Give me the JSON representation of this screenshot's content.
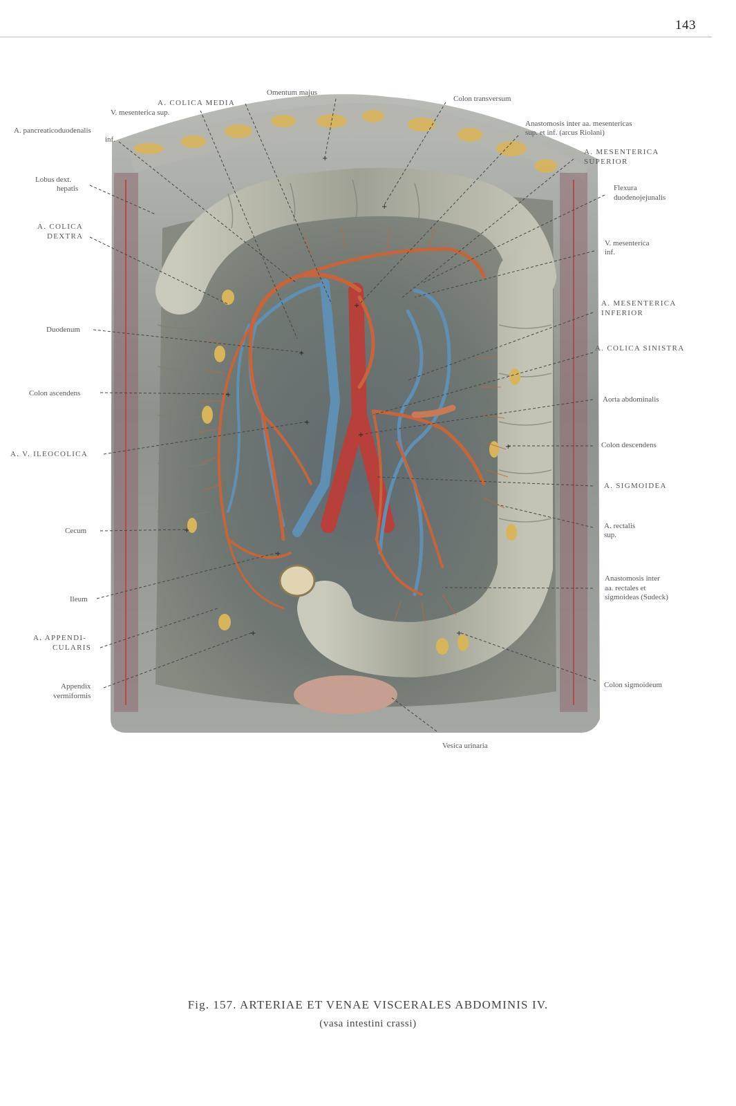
{
  "page": {
    "number": "143"
  },
  "labels": {
    "a_colica_media": "A. COLICA MEDIA",
    "v_mesenterica_sup": "V. mesenterica sup.",
    "a_pancreaticoduodenalis_1": "A. pancreaticoduodenalis",
    "a_pancreaticoduodenalis_2": "inf.",
    "omentum_majus": "Omentum majus",
    "colon_transversum": "Colon transversum",
    "anastomosis_riolani_1": "Anastomosis inter aa. mesentericas",
    "anastomosis_riolani_2": "sup. et inf. (arcus Riolani)",
    "a_mesenterica_superior_1": "A. MESENTERICA",
    "a_mesenterica_superior_2": "SUPERIOR",
    "lobus_dext_1": "Lobus dext.",
    "lobus_dext_2": "hepatis",
    "flexura_1": "Flexura",
    "flexura_2": "duodenojejunalis",
    "a_colica_dextra_1": "A. COLICA",
    "a_colica_dextra_2": "DEXTRA",
    "v_mesenterica_inf_1": "V. mesenterica",
    "v_mesenterica_inf_2": "inf.",
    "a_mesenterica_inferior_1": "A. MESENTERICA",
    "a_mesenterica_inferior_2": "INFERIOR",
    "duodenum": "Duodenum",
    "a_colica_sinistra": "A. COLICA SINISTRA",
    "colon_ascendens": "Colon ascendens",
    "aorta_abdominalis": "Aorta abdominalis",
    "a_v_ileocolica": "A. V. ILEOCOLICA",
    "colon_descendens": "Colon descendens",
    "a_sigmoidea": "A. SIGMOIDEA",
    "cecum": "Cecum",
    "a_rectalis_sup_1": "A. rectalis",
    "a_rectalis_sup_2": "sup.",
    "anastomosis_sudeck_1": "Anastomosis inter",
    "anastomosis_sudeck_2": "aa. rectales et",
    "anastomosis_sudeck_3": "sigmoideas (Sudeck)",
    "ileum": "Ileum",
    "a_appendicularis_1": "A. APPENDI-",
    "a_appendicularis_2": "CULARIS",
    "appendix_1": "Appendix",
    "appendix_2": "vermiformis",
    "colon_sigmoideum": "Colon sigmoideum",
    "vesica_urinaria": "Vesica urinaria"
  },
  "caption": {
    "title": "Fig. 157. ARTERIAE ET VENAE VISCERALES ABDOMINIS IV.",
    "subtitle": "(vasa intestini crassi)"
  },
  "colors": {
    "artery": "#c8643a",
    "vein": "#5f8fb3",
    "tissue": "#9a9c95",
    "colon": "#b7b8a8",
    "fat": "#d8b45a",
    "leader": "#444444"
  }
}
